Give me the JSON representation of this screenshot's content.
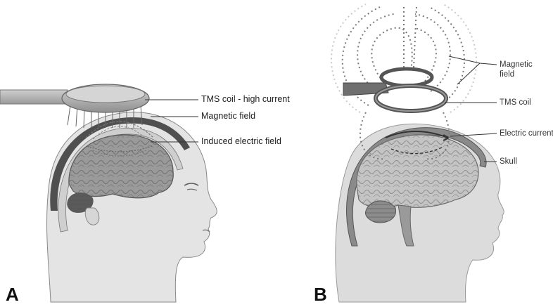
{
  "panel_a": {
    "letter": "A",
    "labels": {
      "coil": "TMS coil - high current",
      "magnetic": "Magnetic field",
      "induced": "Induced electric field"
    }
  },
  "panel_b": {
    "letter": "B",
    "labels": {
      "magnetic_line1": "Magnetic",
      "magnetic_line2": "field",
      "coil": "TMS coil",
      "current": "Electric current",
      "skull": "Skull"
    }
  },
  "colors": {
    "brain": "#9a9a9a",
    "skin": "#e2e2e2",
    "skull": "#555555",
    "coil": "#bdbdbd",
    "field_dots": "#777777"
  }
}
